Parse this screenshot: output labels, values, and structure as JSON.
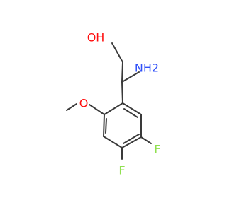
{
  "molecule": {
    "atoms": {
      "hydroxyl": "OH",
      "amine": "NH2",
      "methoxy_oxygen": "O",
      "fluorine_1": "F",
      "fluorine_2": "F"
    },
    "colors": {
      "oxygen": "#ff0d0d",
      "nitrogen": "#3050f8",
      "fluorine": "#90e050",
      "bond": "#3a3a3a"
    }
  }
}
